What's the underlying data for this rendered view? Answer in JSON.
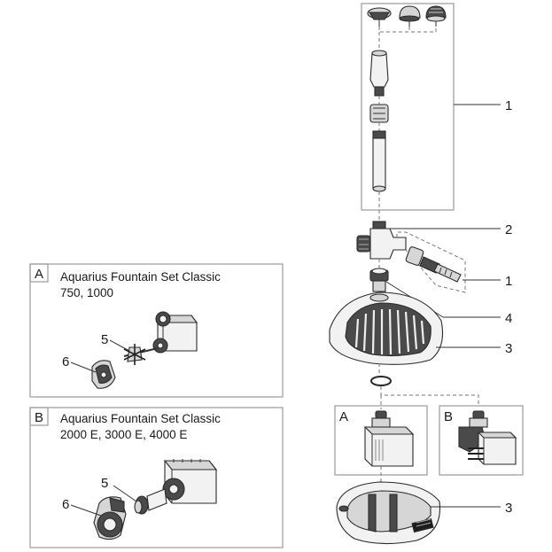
{
  "callouts": {
    "nozzle_set": "1",
    "t_connector": "2",
    "side_nozzle": "1",
    "adapter": "4",
    "filter_cover": "3",
    "filter_base": "3"
  },
  "box_a": {
    "tag": "A",
    "title_line1": "Aquarius Fountain Set Classic",
    "title_line2": "750, 1000",
    "impeller_callout": "5",
    "cover_callout": "6"
  },
  "box_b": {
    "tag": "B",
    "title_line1": "Aquarius Fountain Set Classic",
    "title_line2": "2000 E, 3000 E, 4000 E",
    "impeller_callout": "5",
    "cover_callout": "6"
  },
  "pump_variants": {
    "a_tag": "A",
    "b_tag": "B"
  }
}
